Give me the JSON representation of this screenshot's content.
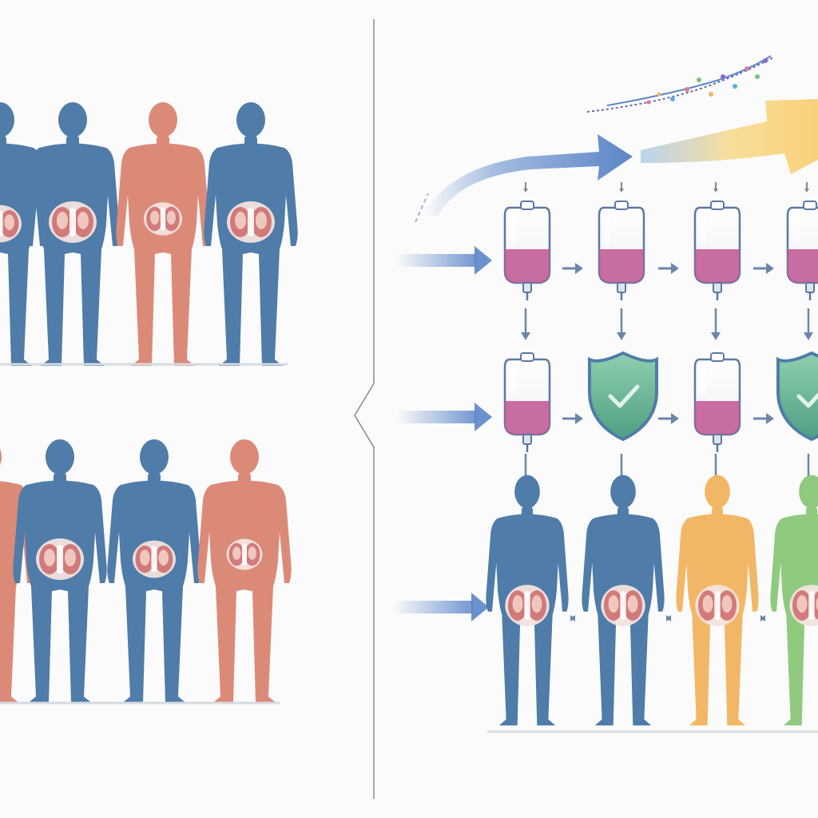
{
  "colors": {
    "background": "#fbfbfb",
    "divider": "#8a8a8a",
    "figure_blue": "#4f7ca8",
    "figure_pink": "#dc8a78",
    "figure_orange": "#f2b766",
    "figure_green": "#8fca7e",
    "organ_fill": "#ecd3cc",
    "organ_tissue": "#c85a5a",
    "arrow_blue": "#5b86c8",
    "arrow_yellow": "#f8d98a",
    "bag_liquid": "#c05a95",
    "shield_green": "#6bb38f",
    "shield_rim": "#4f7ca8",
    "small_arrow": "#6b86a8"
  },
  "icons": [
    "human-silhouette-icon",
    "organ-overlay-icon",
    "iv-bag-icon",
    "shield-check-icon",
    "flow-arrow-icon",
    "molecule-strand-icon"
  ],
  "left_panel": {
    "top_row": [
      "blue",
      "blue",
      "pink",
      "blue"
    ],
    "bottom_row": [
      "pink",
      "blue",
      "blue",
      "pink"
    ]
  },
  "right_panel": {
    "row1": [
      "iv-bag",
      "iv-bag",
      "iv-bag",
      "iv-bag"
    ],
    "row2": [
      "iv-bag",
      "shield",
      "iv-bag",
      "shield"
    ],
    "row3": [
      "blue",
      "blue",
      "orange",
      "green"
    ]
  }
}
